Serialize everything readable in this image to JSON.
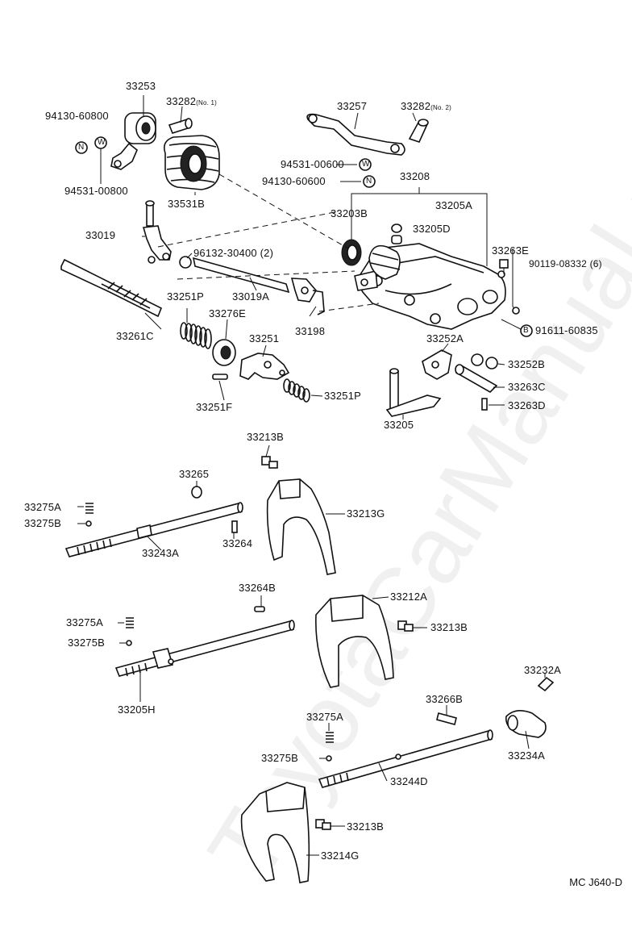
{
  "diagram": {
    "watermark": "ToyotaCarManual.ru",
    "figure_code": "MC J640-D",
    "parts": {
      "p33253": "33253",
      "p33282_1": "33282",
      "p33282_1_note": "(No. 1)",
      "p94130_60800": "94130-60800",
      "p94531_00800": "94531-00800",
      "p33531B": "33531B",
      "p33257": "33257",
      "p33282_2": "33282",
      "p33282_2_note": "(No. 2)",
      "p94531_00600": "94531-00600",
      "p94130_60600": "94130-60600",
      "p33208": "33208",
      "p33205A": "33205A",
      "p33203B": "33203B",
      "p33205D": "33205D",
      "p33263E": "33263E",
      "p90119_08332": "90119-08332 (6)",
      "p33019": "33019",
      "p96132_30400": "96132-30400 (2)",
      "p33019A": "33019A",
      "p33198": "33198",
      "p91611_60835": "91611-60835",
      "p33261C": "33261C",
      "p33251P_a": "33251P",
      "p33276E": "33276E",
      "p33251": "33251",
      "p33252A": "33252A",
      "p33252B": "33252B",
      "p33263C": "33263C",
      "p33263D": "33263D",
      "p33251F": "33251F",
      "p33251P_b": "33251P",
      "p33205": "33205",
      "p33213B_a": "33213B",
      "p33265": "33265",
      "p33275A_a": "33275A",
      "p33275B_a": "33275B",
      "p33213G": "33213G",
      "p33264": "33264",
      "p33243A": "33243A",
      "p33264B": "33264B",
      "p33212A": "33212A",
      "p33275A_b": "33275A",
      "p33213B_b": "33213B",
      "p33275B_b": "33275B",
      "p33205H": "33205H",
      "p33232A": "33232A",
      "p33266B": "33266B",
      "p33275A_c": "33275A",
      "p33234A": "33234A",
      "p33275B_c": "33275B",
      "p33244D": "33244D",
      "p33213B_c": "33213B",
      "p33214G": "33214G"
    },
    "symbols": {
      "nut": "N",
      "washer": "W",
      "bolt": "B"
    }
  }
}
